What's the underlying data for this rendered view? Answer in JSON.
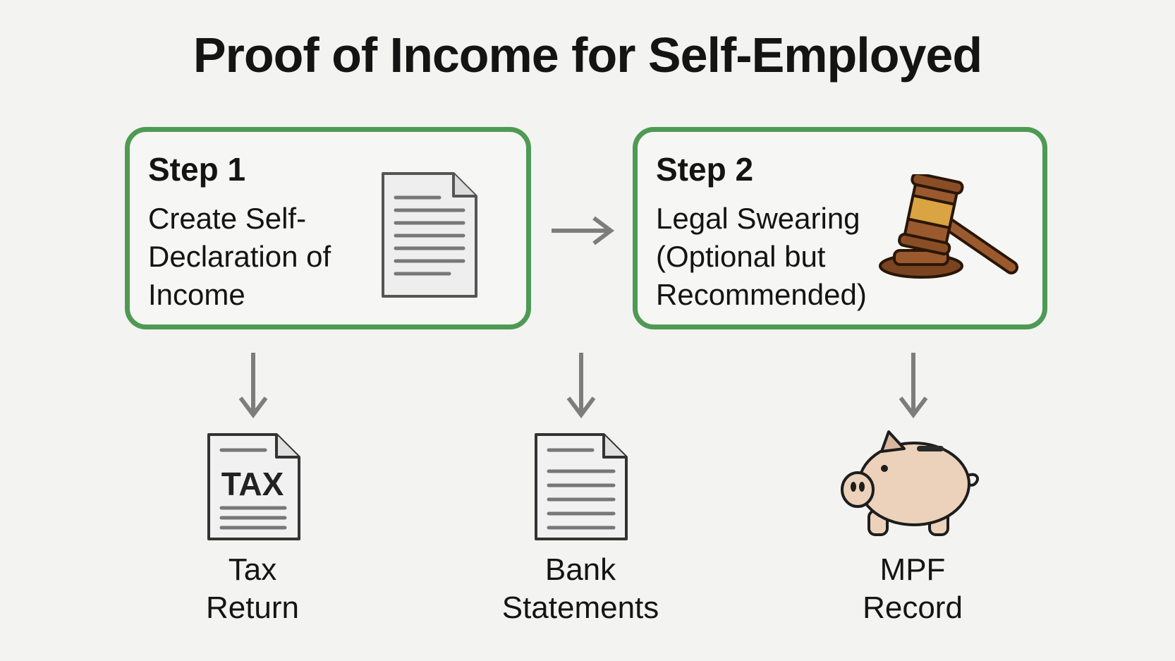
{
  "title": "Proof of Income for Self-Employed",
  "steps": [
    {
      "heading": "Step 1",
      "text": "Create Self-Declaration of Income",
      "icon": "document-icon"
    },
    {
      "heading": "Step 2",
      "text": "Legal Swearing (Optional but Recommended)",
      "icon": "gavel-icon"
    }
  ],
  "outputs": [
    {
      "line1": "Tax",
      "line2": "Return",
      "icon": "tax-document-icon",
      "icon_text": "TAX"
    },
    {
      "line1": "Bank",
      "line2": "Statements",
      "icon": "document-icon"
    },
    {
      "line1": "MPF",
      "line2": "Record",
      "icon": "piggy-bank-icon"
    }
  ],
  "colors": {
    "box_border": "#4e9a54",
    "arrow": "#7d7d7d",
    "gavel_head": "#9a5a2e",
    "gavel_band": "#d9a441",
    "piggy": "#ecd2bb"
  }
}
